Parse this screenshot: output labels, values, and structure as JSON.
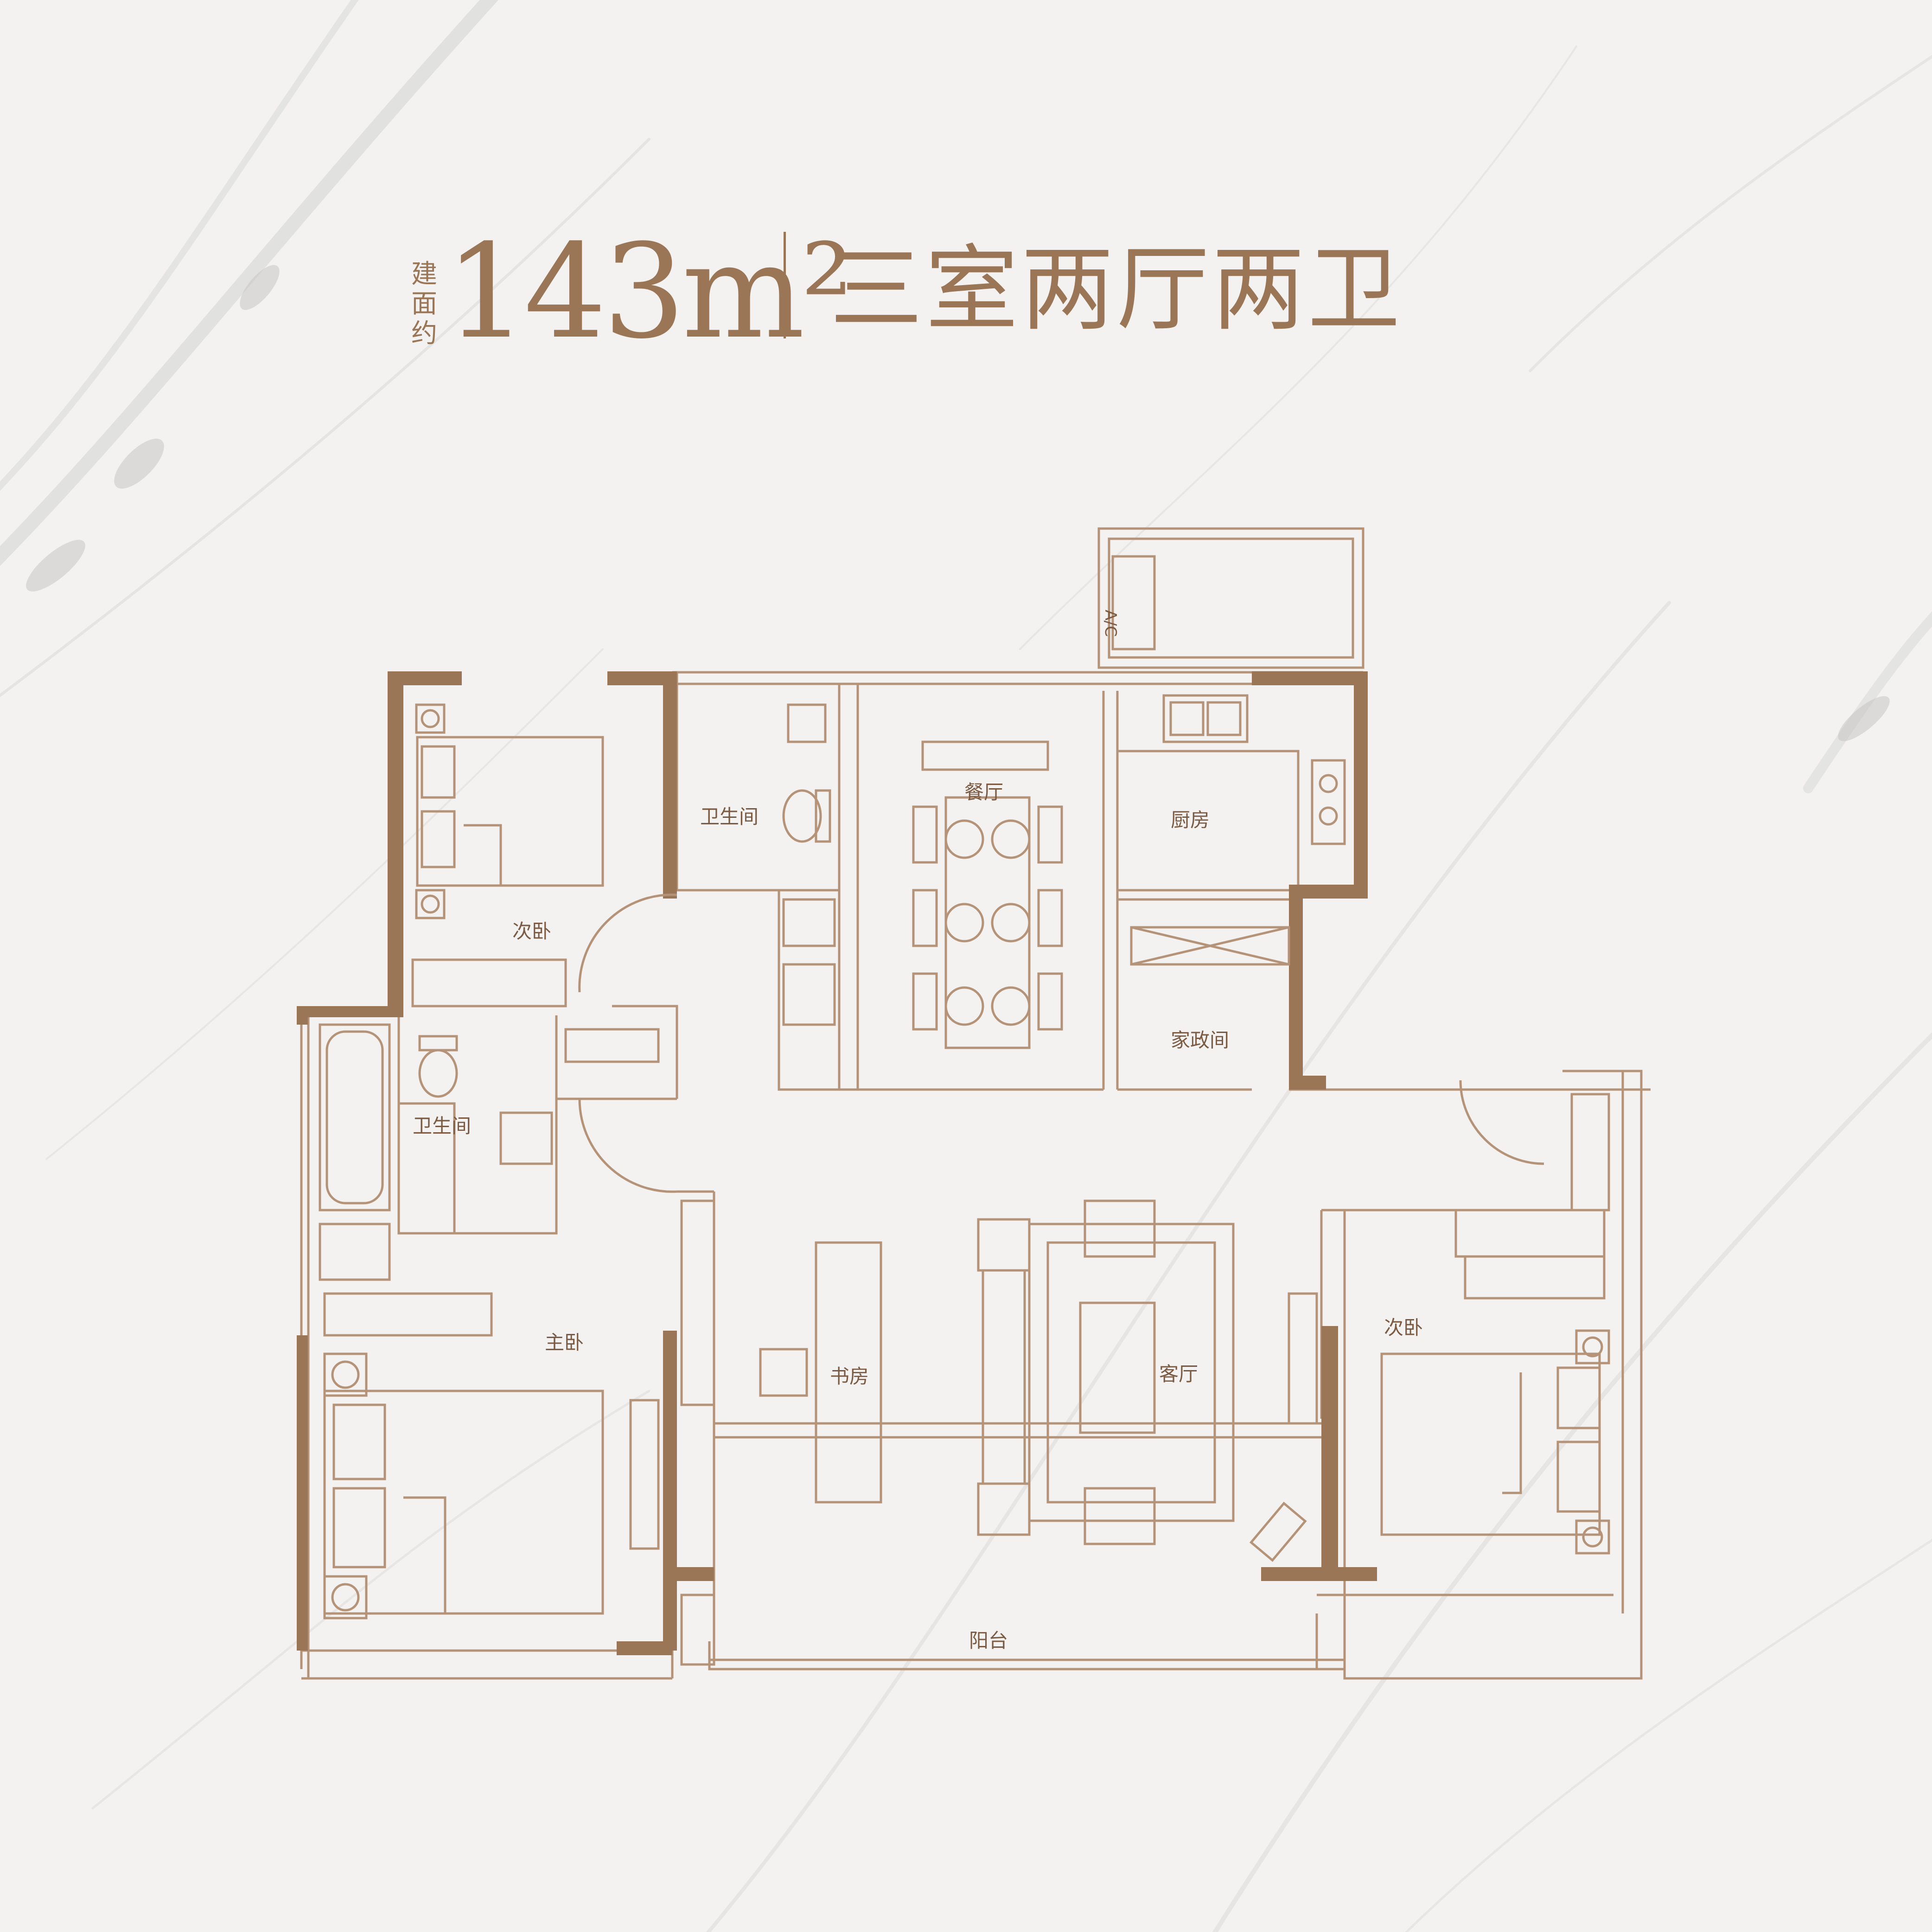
{
  "header": {
    "prefix_chars": [
      "建",
      "面",
      "约"
    ],
    "area": "143m²",
    "layout": "三室两厅两卫"
  },
  "rooms": {
    "bedroom_nw": "次卧",
    "bathroom_n": "卫生间",
    "dining": "餐厅",
    "kitchen": "厨房",
    "utility": "家政间",
    "bathroom_w": "卫生间",
    "master": "主卧",
    "study": "书房",
    "living": "客厅",
    "bedroom_e": "次卧",
    "balcony": "阳台",
    "ac": "A/C"
  },
  "colors": {
    "wall": "#9a7556",
    "line": "#b59378",
    "text": "#7b5b43",
    "background": "#f3f2f0"
  }
}
